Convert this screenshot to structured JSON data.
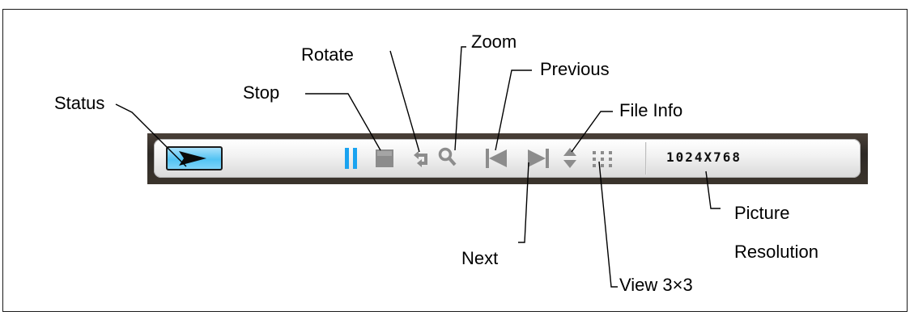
{
  "callouts": {
    "status": "Status",
    "stop": "Stop",
    "rotate": "Rotate",
    "zoom": "Zoom",
    "previous": "Previous",
    "file_info": "File Info",
    "next": "Next",
    "view_3x3": "View 3×3",
    "picture": "Picture",
    "resolution": "Resolution"
  },
  "toolbar": {
    "resolution_value": "1024X768"
  },
  "icons": {
    "status": "play-arrow-icon",
    "pause": "pause-icon",
    "stop": "stop-square-icon",
    "rotate": "rotate-icon",
    "zoom": "magnifier-icon",
    "previous": "skip-previous-icon",
    "next": "skip-next-icon",
    "file_info": "up-down-arrows-icon",
    "view_3x3": "grid-3x3-icon"
  },
  "colors": {
    "status_fill": "#53c3f3",
    "pause": "#1aa3f0",
    "icon_gray": "#8c8c8c"
  }
}
